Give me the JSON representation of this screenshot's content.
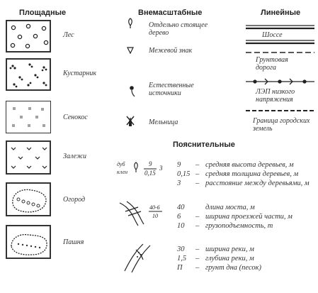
{
  "headers": {
    "area": "Площадные",
    "offscale": "Внемасштабные",
    "linear": "Линейные",
    "explanatory": "Пояснительные"
  },
  "area_signs": [
    {
      "label": "Лес",
      "pattern": "forest-circles"
    },
    {
      "label": "Кустарник",
      "pattern": "shrub-dots"
    },
    {
      "label": "Сенокос",
      "pattern": "hay-ticks"
    },
    {
      "label": "Залежи",
      "pattern": "fallow-checks"
    },
    {
      "label": "Огород",
      "pattern": "garden-outline"
    },
    {
      "label": "Пашня",
      "pattern": "arable-outline"
    }
  ],
  "offscale_signs": [
    {
      "label": "Отдельно стоящее дерево",
      "icon": "tree-icon"
    },
    {
      "label": "Межевой знак",
      "icon": "boundary-triangle-icon"
    },
    {
      "label": "Естественные источники",
      "icon": "spring-icon"
    },
    {
      "label": "Мельница",
      "icon": "windmill-icon"
    }
  ],
  "linear_signs": [
    {
      "label": "Шоссе",
      "icon": "highway-icon"
    },
    {
      "label": "Грунтовая дорога",
      "icon": "dirt-road-icon"
    },
    {
      "label": "ЛЭП низкого напряжения",
      "icon": "power-line-icon"
    },
    {
      "label": "Граница городских земель",
      "icon": "city-border-icon"
    }
  ],
  "explanatory": {
    "tree_symbol": {
      "species_top": "дуб",
      "species_bottom": "клен",
      "numerator": "9",
      "denominator": "0,15",
      "spacing": "3"
    },
    "tree_rows": [
      {
        "value": "9",
        "dash": "–",
        "text": "средняя высота деревьев, м"
      },
      {
        "value": "0,15",
        "dash": "–",
        "text": "средняя толщина деревьев, м"
      },
      {
        "value": "3",
        "dash": "–",
        "text": "расстояние между деревьями, м"
      }
    ],
    "bridge_symbol": {
      "numerator": "40-6",
      "denominator": "10"
    },
    "bridge_rows": [
      {
        "value": "40",
        "dash": "",
        "text": "длина моста, м"
      },
      {
        "value": "6",
        "dash": "–",
        "text": "ширина проезжей части, м"
      },
      {
        "value": "10",
        "dash": "–",
        "text": "грузоподъемность, т"
      }
    ],
    "river_rows": [
      {
        "value": "30",
        "dash": "–",
        "text": "ширина реки, м"
      },
      {
        "value": "1,5",
        "dash": "–",
        "text": "глубина реки, м"
      },
      {
        "value": "П",
        "dash": "–",
        "text": "грунт дна (песок)"
      }
    ]
  }
}
